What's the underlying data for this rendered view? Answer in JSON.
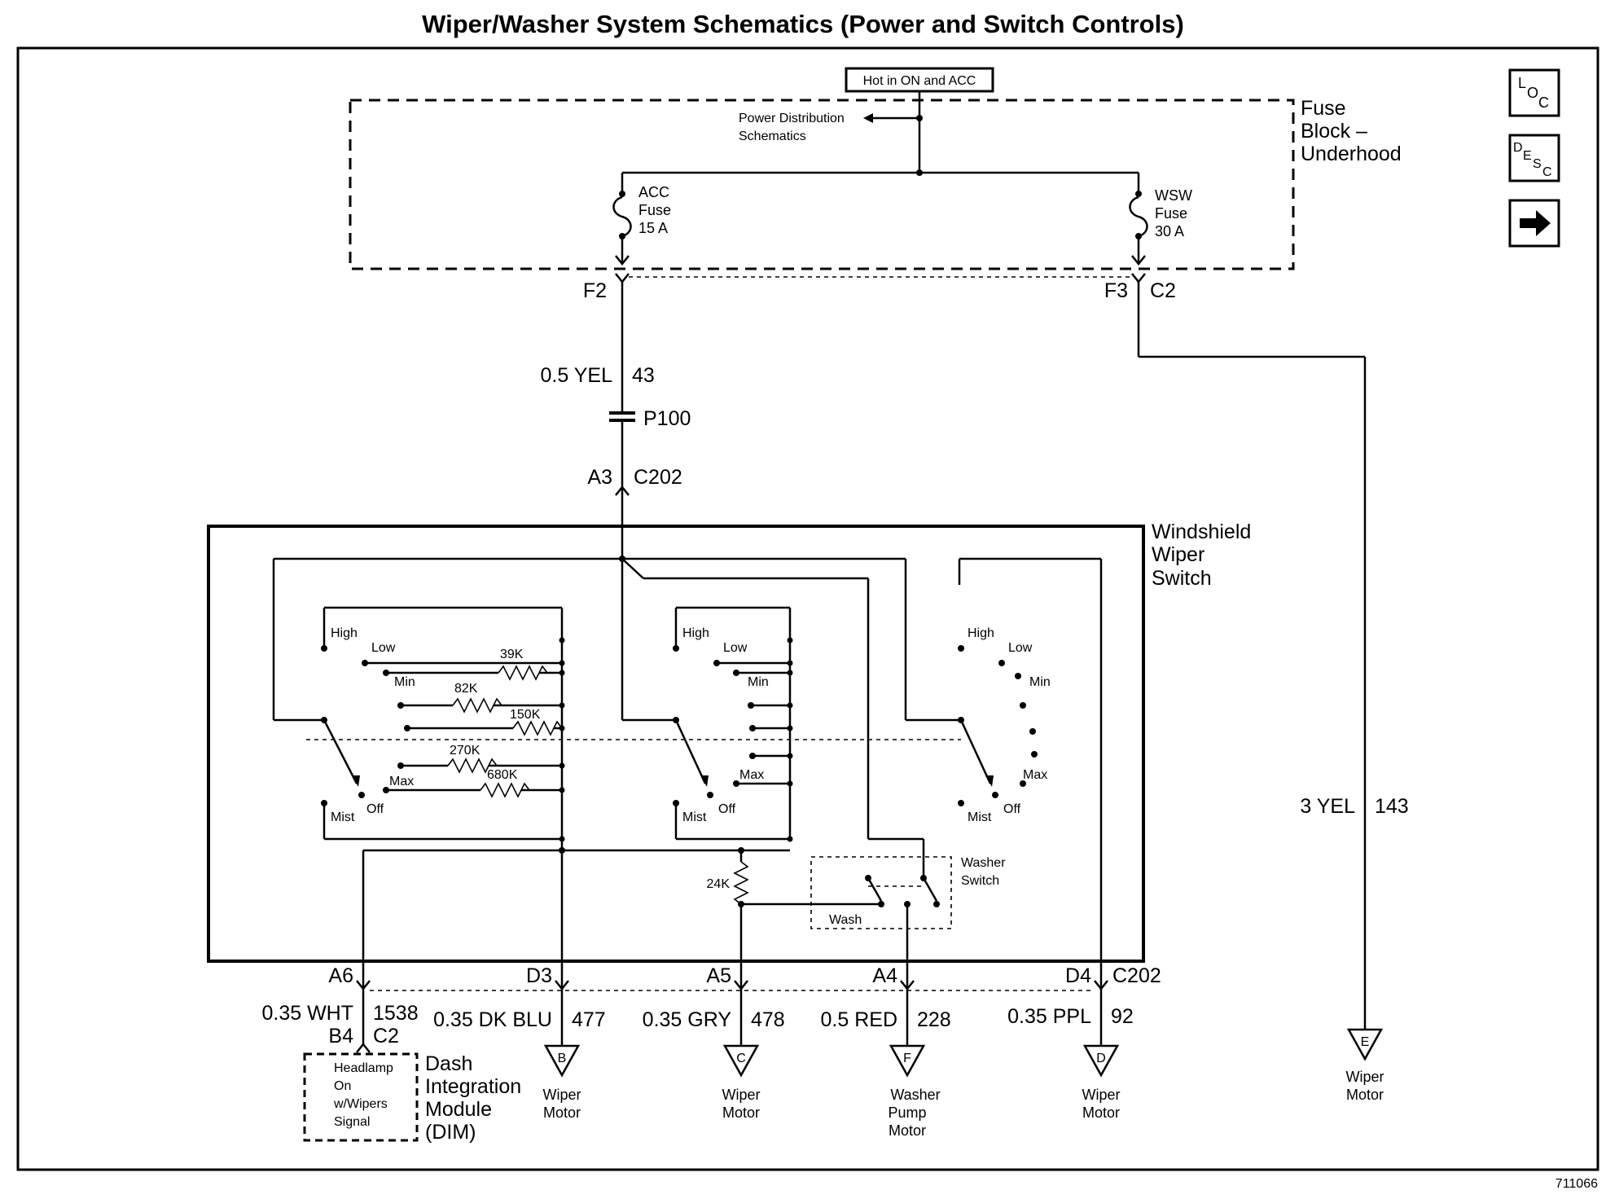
{
  "title": "Wiper/Washer System Schematics (Power and Switch Controls)",
  "figure_number": "711066",
  "nav_icons": [
    {
      "name": "loc-icon",
      "label": "LOC"
    },
    {
      "name": "desc-icon",
      "label": "DESC"
    },
    {
      "name": "next-arrow-icon",
      "label": "next"
    }
  ],
  "fuse_block": {
    "hot_label": "Hot in ON and ACC",
    "label_lines": [
      "Fuse",
      "Block –",
      "Underhood"
    ],
    "power_distribution_lines": [
      "Power Distribution",
      "Schematics"
    ],
    "acc_fuse": [
      "ACC",
      "Fuse",
      "15 A"
    ],
    "wsw_fuse": [
      "WSW",
      "Fuse",
      "30 A"
    ],
    "f2": "F2",
    "f3": "F3",
    "c2": "C2"
  },
  "circuits": {
    "yel_43_wire": "0.5 YEL",
    "yel_43_num": "43",
    "splice": "P100",
    "a3": "A3",
    "c202_top": "C202",
    "yel_143_wire": "3 YEL",
    "yel_143_num": "143"
  },
  "wiper_switch": {
    "label_lines": [
      "Windshield",
      "Wiper",
      "Switch"
    ],
    "high": "High",
    "low": "Low",
    "min": "Min",
    "max": "Max",
    "off": "Off",
    "mist": "Mist",
    "r39k": "39K",
    "r82k": "82K",
    "r150k": "150K",
    "r270k": "270K",
    "r680k": "680K",
    "r24k": "24K",
    "washer_switch_lines": [
      "Washer",
      "Switch"
    ],
    "wash": "Wash"
  },
  "connectors": {
    "a6": "A6",
    "d3": "D3",
    "a5": "A5",
    "a4": "A4",
    "d4": "D4",
    "c202_bottom": "C202",
    "b4": "B4",
    "c2": "C2"
  },
  "outputs": [
    {
      "wire": "0.35 WHT",
      "num": "1538"
    },
    {
      "wire": "0.35 DK BLU",
      "num": "477",
      "ref": "B",
      "dest": [
        "Wiper",
        "Motor"
      ]
    },
    {
      "wire": "0.35 GRY",
      "num": "478",
      "ref": "C",
      "dest": [
        "Wiper",
        "Motor"
      ]
    },
    {
      "wire": "0.5 RED",
      "num": "228",
      "ref": "F",
      "dest": [
        "Washer",
        "Pump",
        "Motor"
      ]
    },
    {
      "wire": "0.35 PPL",
      "num": "92",
      "ref": "D",
      "dest": [
        "Wiper",
        "Motor"
      ]
    },
    {
      "ref": "E",
      "dest": [
        "Wiper",
        "Motor"
      ]
    }
  ],
  "dim": {
    "inner_lines": [
      "Headlamp",
      "On",
      "w/Wipers",
      "Signal"
    ],
    "label_lines": [
      "Dash",
      "Integration",
      "Module",
      "(DIM)"
    ]
  }
}
